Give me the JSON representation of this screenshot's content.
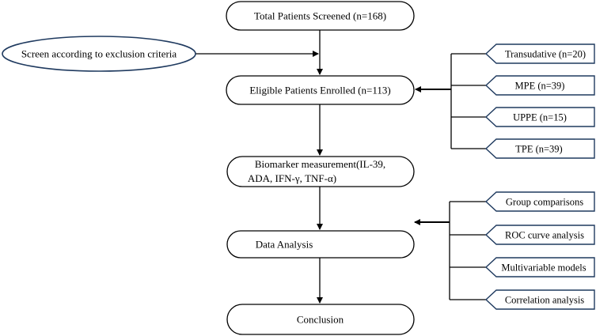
{
  "flowchart": {
    "colors": {
      "node_stroke": "#000000",
      "side_box_stroke": "#1f3a5f",
      "screen_ellipse_stroke": "#1f3a5f",
      "line": "#000000"
    },
    "main_nodes": [
      {
        "id": "screened",
        "lines": [
          "Total Patients Screened (n=168)"
        ]
      },
      {
        "id": "enrolled",
        "lines": [
          "Eligible Patients Enrolled (n=113)"
        ]
      },
      {
        "id": "biomarker",
        "lines": [
          "Biomarker measurement(IL-39,",
          "ADA, IFN-γ, TNF-α)"
        ]
      },
      {
        "id": "analysis",
        "lines": [
          "Data Analysis"
        ]
      },
      {
        "id": "conclusion",
        "lines": [
          "Conclusion"
        ]
      }
    ],
    "screen_node": {
      "label": "Screen according to exclusion criteria"
    },
    "groups": [
      {
        "label": "Transudative (n=20)"
      },
      {
        "label": "MPE (n=39)"
      },
      {
        "label": "UPPE (n=15)"
      },
      {
        "label": "TPE (n=39)"
      }
    ],
    "analyses": [
      {
        "label": "Group comparisons"
      },
      {
        "label": "ROC curve analysis"
      },
      {
        "label": "Multivariable models"
      },
      {
        "label": "Correlation analysis"
      }
    ]
  }
}
